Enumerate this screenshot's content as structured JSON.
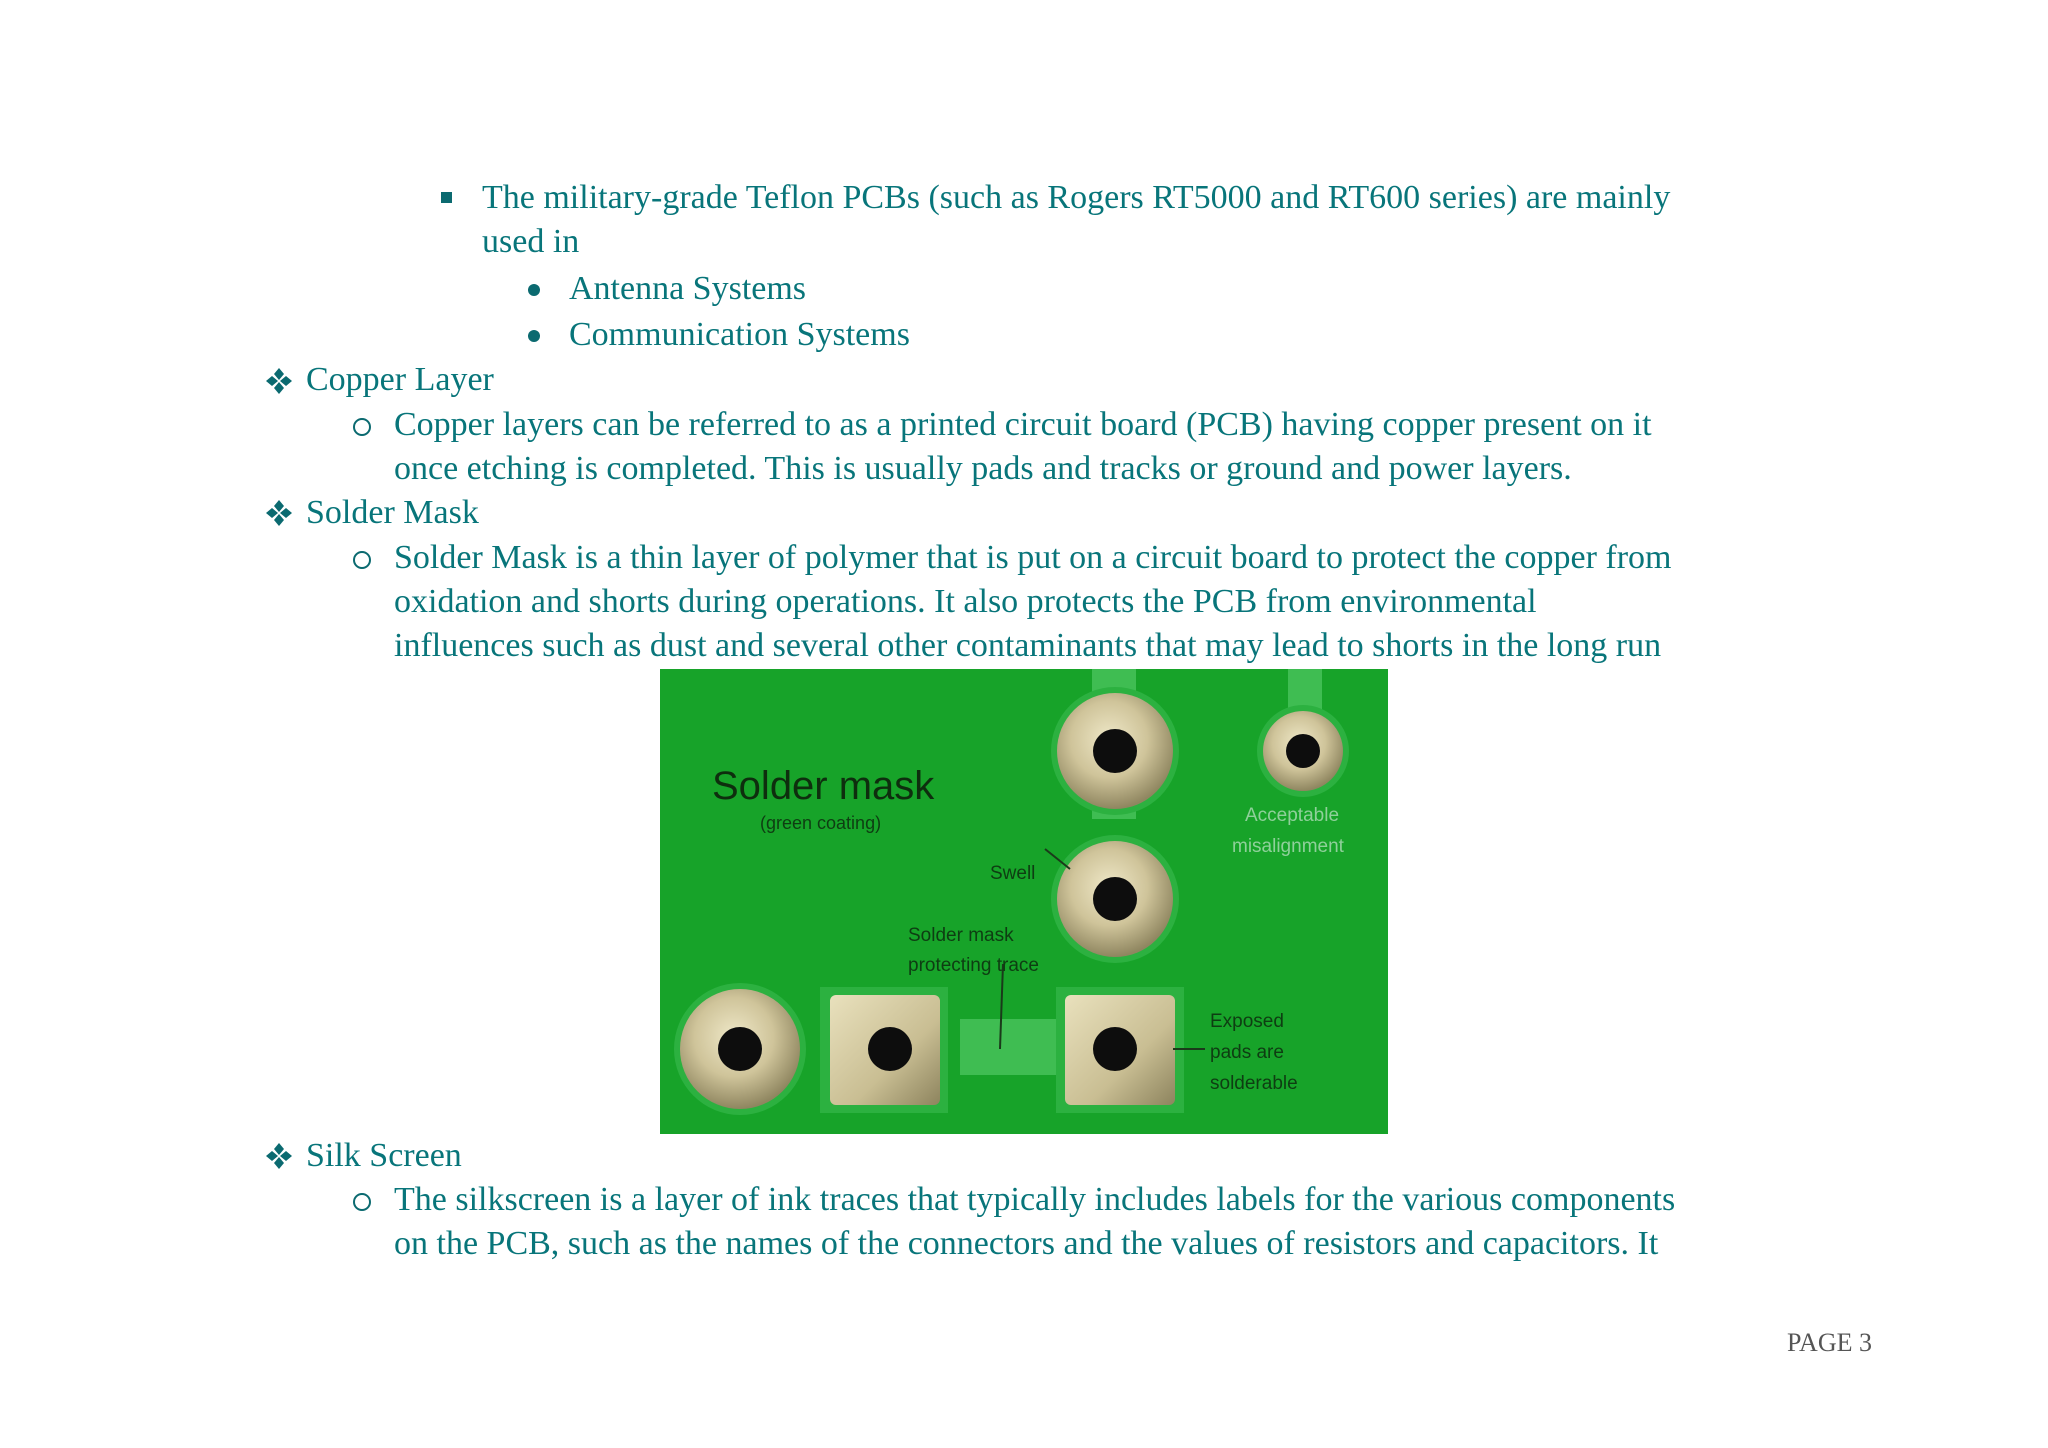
{
  "teflon": {
    "line1": "The military-grade Teflon PCBs (such as Rogers RT5000 and RT600 series) are mainly",
    "line2": "used in",
    "items": [
      "Antenna Systems",
      "Communication Systems"
    ]
  },
  "copper": {
    "heading": "Copper Layer",
    "line1": "Copper layers can be referred to as a printed circuit board (PCB) having copper present on it",
    "line2": "once etching is completed. This is usually pads and tracks or ground and power layers."
  },
  "solder": {
    "heading": "Solder Mask",
    "line1": "Solder Mask is a thin layer of polymer that is put on a circuit board to protect the copper from",
    "line2": "oxidation and shorts during operations. It also protects the PCB from environmental",
    "line3": "influences such as dust and several other contaminants that may lead to shorts in the long run"
  },
  "figure": {
    "title": "Solder mask",
    "subtitle": "(green coating)",
    "swell": "Swell",
    "acceptable_1": "Acceptable",
    "acceptable_2": "misalignment",
    "protecting_1": "Solder mask",
    "protecting_2": "protecting trace",
    "exposed_1": "Exposed",
    "exposed_2": "pads are",
    "exposed_3": "solderable",
    "colors": {
      "mask_green": "#17a329",
      "pad_gold": "#d8cfa8",
      "hole": "#0d0d0d"
    }
  },
  "silk": {
    "heading": "Silk Screen",
    "line1": "The silkscreen is a layer of ink traces that typically includes labels for the various components",
    "line2": "on the PCB, such as the names of the connectors and the values of resistors and capacitors. It"
  },
  "footer": {
    "page": "PAGE 3"
  }
}
